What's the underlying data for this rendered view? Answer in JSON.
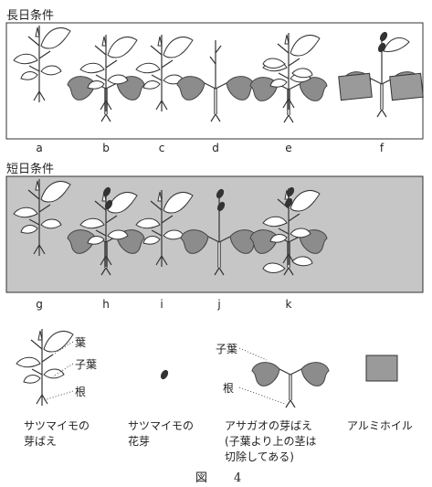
{
  "sections": {
    "long_day": {
      "title": "長日条件",
      "labels": [
        "a",
        "b",
        "c",
        "d",
        "e",
        "f"
      ]
    },
    "short_day": {
      "title": "短日条件",
      "labels": [
        "g",
        "h",
        "i",
        "j",
        "k"
      ]
    }
  },
  "legend": {
    "sweet_potato": {
      "leaf": "葉",
      "cotyledon": "子葉",
      "root": "根",
      "caption": "サツマイモの\n芽ばえ"
    },
    "bud": {
      "caption": "サツマイモの\n花芽"
    },
    "morning_glory": {
      "cotyledon": "子葉",
      "root": "根",
      "caption": "アサガオの芽ばえ\n(子葉より上の茎は\n切除してある)"
    },
    "foil": {
      "caption": "アルミホイル"
    }
  },
  "figure_label": "図　4",
  "colors": {
    "short_day_bg": "#c6c6c6",
    "grey_leaf": "#8c8c8c",
    "bud": "#333333"
  }
}
